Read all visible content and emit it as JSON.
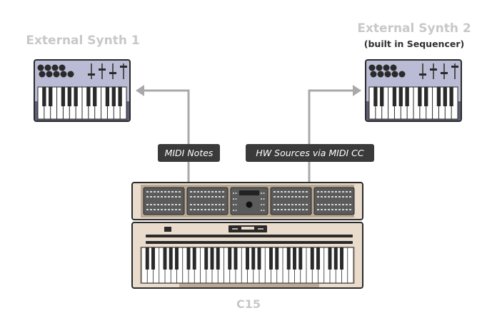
{
  "synth1": {
    "title": "External Synth 1"
  },
  "synth2": {
    "title": "External Synth 2",
    "subtitle": "(built in Sequencer)"
  },
  "connections": {
    "midi_notes": "MIDI Notes",
    "hw_sources": "HW Sources via MIDI CC"
  },
  "main_device": {
    "label": "C15"
  },
  "colors": {
    "line": "#a9a9a9",
    "synth_body": "#b9bcd4",
    "synth_dark": "#5d6076",
    "c15_body": "#e9dccc",
    "c15_frame": "#bba995",
    "label_bg": "#3a3a3a",
    "title_gray": "#c8c8c8"
  },
  "icons": [
    "synth-keyboard-icon",
    "c15-synthesizer-icon",
    "arrow-head-icon"
  ]
}
